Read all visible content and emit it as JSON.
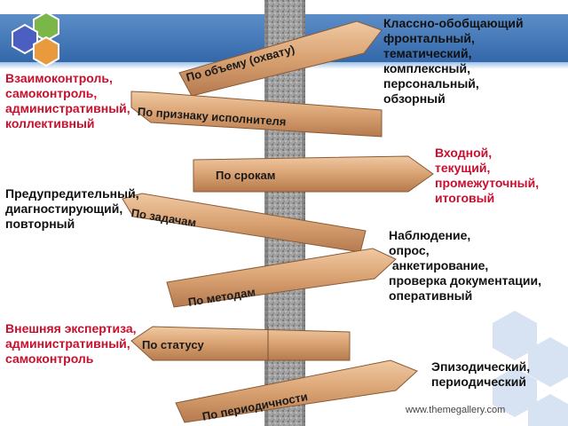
{
  "footer": {
    "url": "www.themegallery.com"
  },
  "signs": [
    {
      "label": "По объему (охвату)"
    },
    {
      "label": "По признаку исполнителя"
    },
    {
      "label": "По срокам"
    },
    {
      "label": "По задачам"
    },
    {
      "label": "По методам"
    },
    {
      "label": "По статусу"
    },
    {
      "label": "По периодичности"
    }
  ],
  "descriptions": {
    "scope": [
      "Классно-обобщающий",
      "фронтальный,",
      "тематический,",
      "комплексный,",
      "персональный,",
      "обзорный"
    ],
    "executor": [
      "Взаимоконтроль,",
      "самоконтроль,",
      "административный,",
      "коллективный"
    ],
    "terms": [
      "Входной,",
      "текущий,",
      "промежуточный,",
      "итоговый"
    ],
    "tasks": [
      "Предупредительный,",
      "диагностирующий,",
      "повторный"
    ],
    "methods": [
      "Наблюдение,",
      "опрос,",
      " анкетирование,",
      "проверка документации,",
      "оперативный"
    ],
    "status": [
      "Внешняя экспертиза,",
      "административный,",
      "самоконтроль"
    ],
    "periodicity": [
      "Эпизодический,",
      "периодический"
    ]
  },
  "colors": {
    "wood_light": "#e6b98f",
    "wood_dark": "#b87e55",
    "post": "#9a9a9a",
    "red_text": "#c8102e",
    "header_blue": "#2f63a6"
  },
  "icons": [
    "hexagon-logo-icon",
    "hexagon-pattern-icon"
  ]
}
